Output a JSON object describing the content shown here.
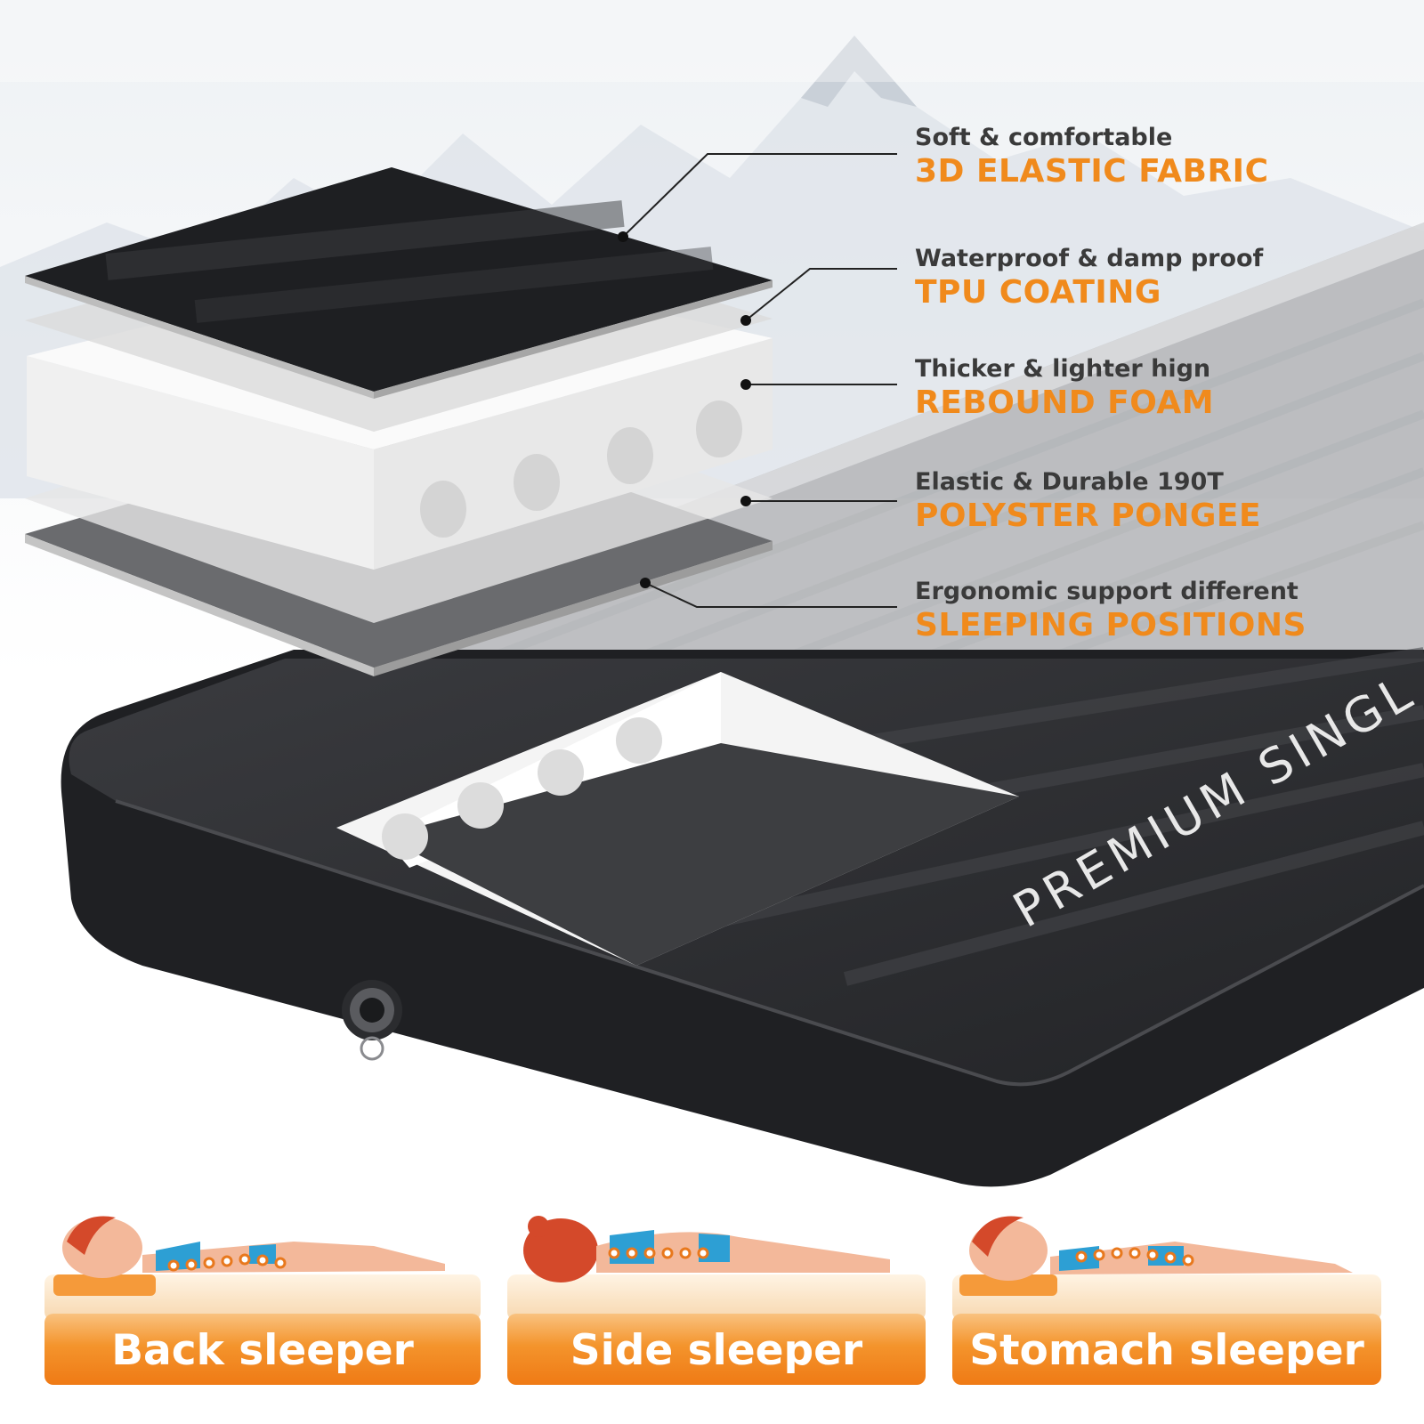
{
  "features": [
    {
      "sub": "Soft & comfortable",
      "main": "3D ELASTIC FABRIC"
    },
    {
      "sub": "Waterproof & damp proof",
      "main": "TPU COATING"
    },
    {
      "sub": "Thicker & lighter hign",
      "main": "REBOUND FOAM"
    },
    {
      "sub": "Elastic & Durable 190T",
      "main": "POLYSTER PONGEE"
    },
    {
      "sub": "Ergonomic support different",
      "main": "SLEEPING POSITIONS"
    }
  ],
  "mat_brand": "PREMIUM SINGL",
  "positions": [
    {
      "label": "Back sleeper"
    },
    {
      "label": "Side sleeper"
    },
    {
      "label": "Stomach sleeper"
    }
  ],
  "colors": {
    "accent": "#f08a1c",
    "sub_text": "#3a3a3a",
    "mat": "#2c2d30"
  },
  "icons": [
    "mountain-background",
    "air-valve-icon",
    "spine-dots-icon"
  ]
}
